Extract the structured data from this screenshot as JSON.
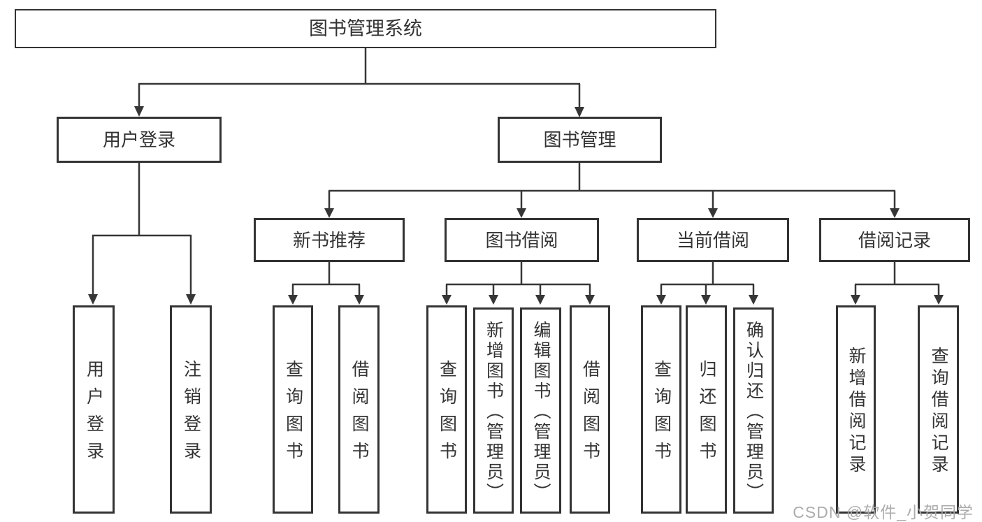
{
  "diagram": {
    "title_node": {
      "label": "图书管理系统"
    },
    "level2": [
      {
        "label": "用户登录"
      },
      {
        "label": "图书管理"
      }
    ],
    "level3": [
      {
        "label": "新书推荐"
      },
      {
        "label": "图书借阅"
      },
      {
        "label": "当前借阅"
      },
      {
        "label": "借阅记录"
      }
    ],
    "leaves": [
      {
        "label": "用户登录"
      },
      {
        "label": "注销登录"
      },
      {
        "label": "查询图书"
      },
      {
        "label": "借阅图书"
      },
      {
        "label": "查询图书"
      },
      {
        "label": "新增图书（管理员）"
      },
      {
        "label": "编辑图书（管理员）"
      },
      {
        "label": "借阅图书"
      },
      {
        "label": "查询图书"
      },
      {
        "label": "归还图书"
      },
      {
        "label": "确认归还（管理员）"
      },
      {
        "label": "新增借阅记录"
      },
      {
        "label": "查询借阅记录"
      }
    ],
    "colors": {
      "line": "#363636",
      "border": "#333333",
      "text": "#333333",
      "background": "#ffffff",
      "watermark": "#a8a8a8"
    }
  },
  "watermark": {
    "text": "CSDN @软件_小贺同学"
  }
}
